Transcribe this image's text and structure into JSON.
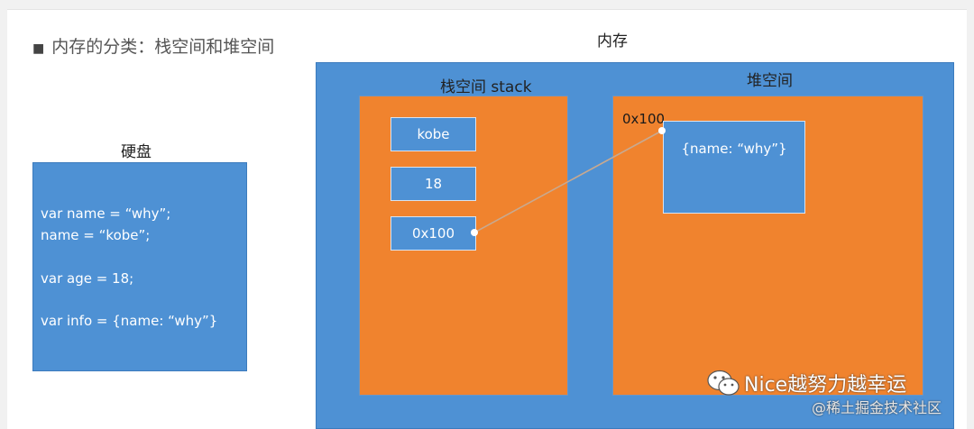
{
  "title": {
    "bullet": "■",
    "text": "内存的分类：栈空间和堆空间"
  },
  "disk": {
    "label": "硬盘",
    "code": [
      "var name = “why”;",
      "name = “kobe”;",
      "var age = 18;",
      "var info = {name: “why”}"
    ]
  },
  "memory": {
    "label": "内存",
    "stack": {
      "label": "栈空间 stack",
      "cells": [
        "kobe",
        "18",
        "0x100"
      ]
    },
    "heap": {
      "label": "堆空间",
      "address": "0x100",
      "object": "{name: “why”}"
    }
  },
  "watermark": {
    "line1": "Nice越努力越幸运",
    "line2": "@稀土掘金技术社区"
  },
  "colors": {
    "blue": "#4e91d4",
    "orange": "#f0832e"
  }
}
